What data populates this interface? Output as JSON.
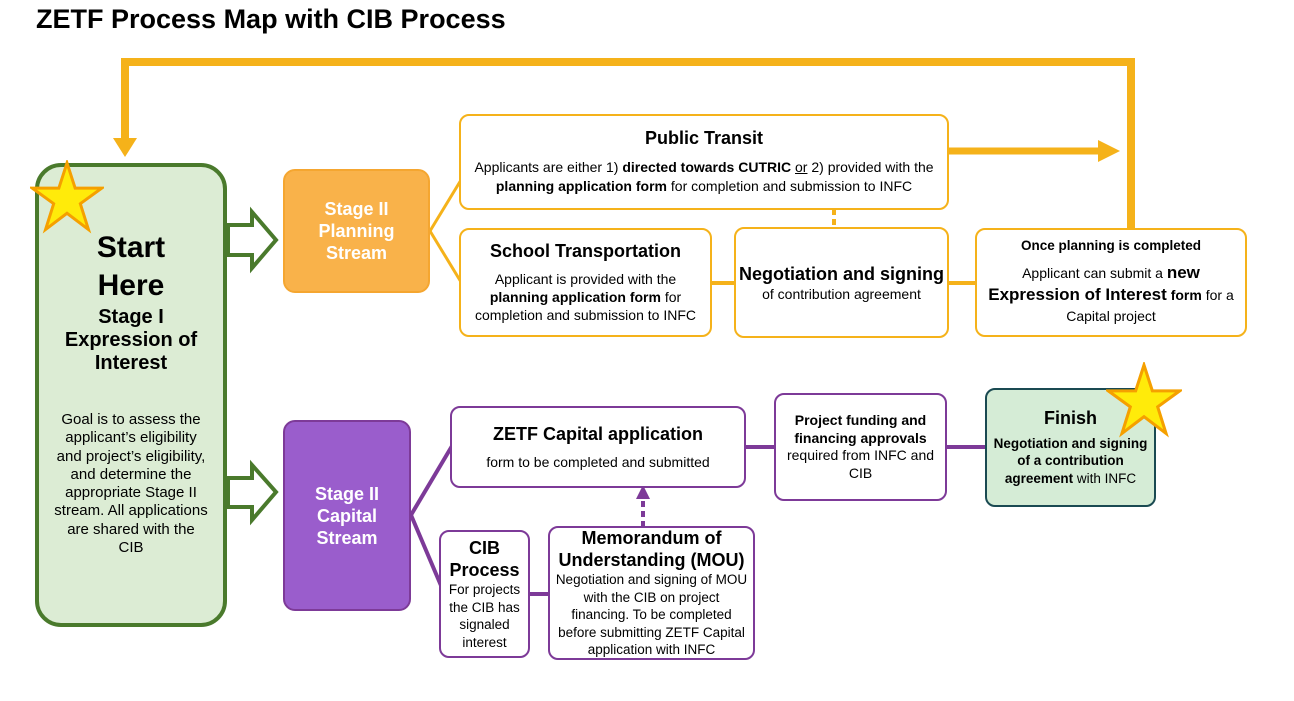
{
  "title": "ZETF Process Map with CIB Process",
  "colors": {
    "yellow": "#f5b21a",
    "purple": "#7d3a98",
    "green": "#4a7a2c",
    "orange": "#f9b24a",
    "star": "#ffeb0a"
  },
  "start": {
    "line1": "Start",
    "line2": "Here",
    "stage": "Stage I Expression of Interest",
    "goal": "Goal is to assess the applicant’s eligibility and project’s eligibility, and determine the appropriate Stage II stream. All applications are shared with the CIB"
  },
  "planning_stream": "Stage II Planning Stream",
  "capital_stream": "Stage II Capital Stream",
  "public_transit": {
    "heading": "Public Transit",
    "t1": "Applicants are either 1) ",
    "t2": "directed towards CUTRIC",
    "t3": " ",
    "t4": "or",
    "t5": " 2) provided with the ",
    "t6": "planning application form",
    "t7": " for completion and submission to INFC"
  },
  "school_transportation": {
    "heading": "School Transportation",
    "t1": "Applicant is provided with the ",
    "t2": "planning application form",
    "t3": " for completion and submission to INFC"
  },
  "negotiation": {
    "heading": "Negotiation and signing",
    "sub": "of contribution agreement"
  },
  "once_planning": {
    "heading": "Once planning is completed",
    "t1": "Applicant can submit a ",
    "t2": "new Expression of Interest",
    "t3": " ",
    "t4": "form",
    "t5": " for a Capital project"
  },
  "zetf_capital": {
    "heading": "ZETF Capital application",
    "sub": "form to be completed and submitted"
  },
  "project_funding": {
    "t1": "Project funding and financing approvals",
    "t2": " required from INFC and CIB"
  },
  "finish": {
    "heading": "Finish",
    "t1": "Negotiation and signing of a contribution agreement",
    "t2": " with INFC"
  },
  "cib_process": {
    "heading": "CIB Process",
    "body": "For projects the CIB has signaled interest"
  },
  "mou": {
    "heading": "Memorandum of Understanding (MOU)",
    "body": "Negotiation and signing of MOU with the CIB on project financing. To be completed before submitting ZETF Capital application with INFC"
  }
}
